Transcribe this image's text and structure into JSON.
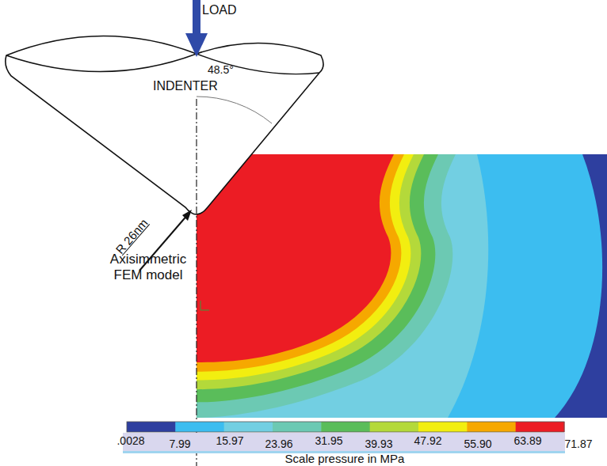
{
  "diagram": {
    "labels": [
      "LOAD",
      "INDENTER",
      "48.5°",
      "R 26nm",
      "Axisimmetric FEM model",
      ".0028",
      "7.99",
      "15.97",
      "23.96",
      "31.95",
      "39.93",
      "47.92",
      "55.90",
      "63.89",
      "71.87",
      "Scale pressure in MPa"
    ]
  }
}
